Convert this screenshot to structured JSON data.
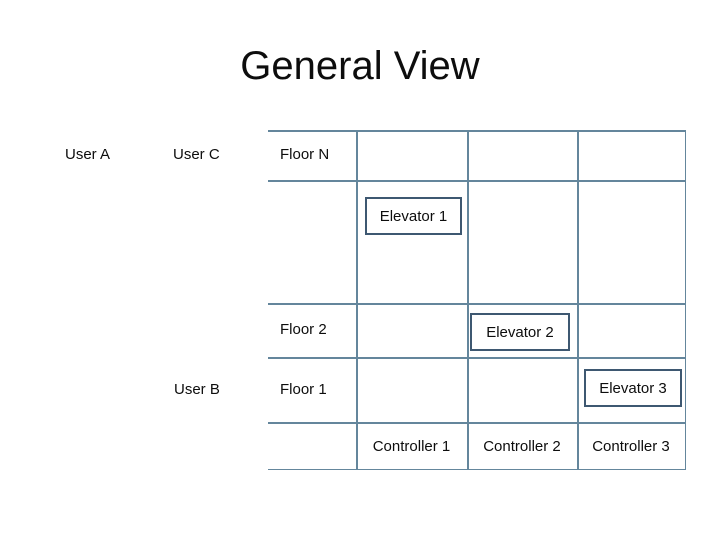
{
  "slide": {
    "title": "General View"
  },
  "colors": {
    "background": "#ffffff",
    "grid_line": "#64869c",
    "elevator_box_border": "#3e5871",
    "text": "#0d0d0d"
  },
  "users": {
    "user_a": "User A",
    "user_c": "User C",
    "user_b": "User B"
  },
  "floors": {
    "floor_n": "Floor N",
    "floor_2": "Floor 2",
    "floor_1": "Floor 1"
  },
  "elevators": {
    "elevator_1": "Elevator 1",
    "elevator_2": "Elevator 2",
    "elevator_3": "Elevator 3"
  },
  "controllers": {
    "controller_1": "Controller 1",
    "controller_2": "Controller 2",
    "controller_3": "Controller 3"
  }
}
